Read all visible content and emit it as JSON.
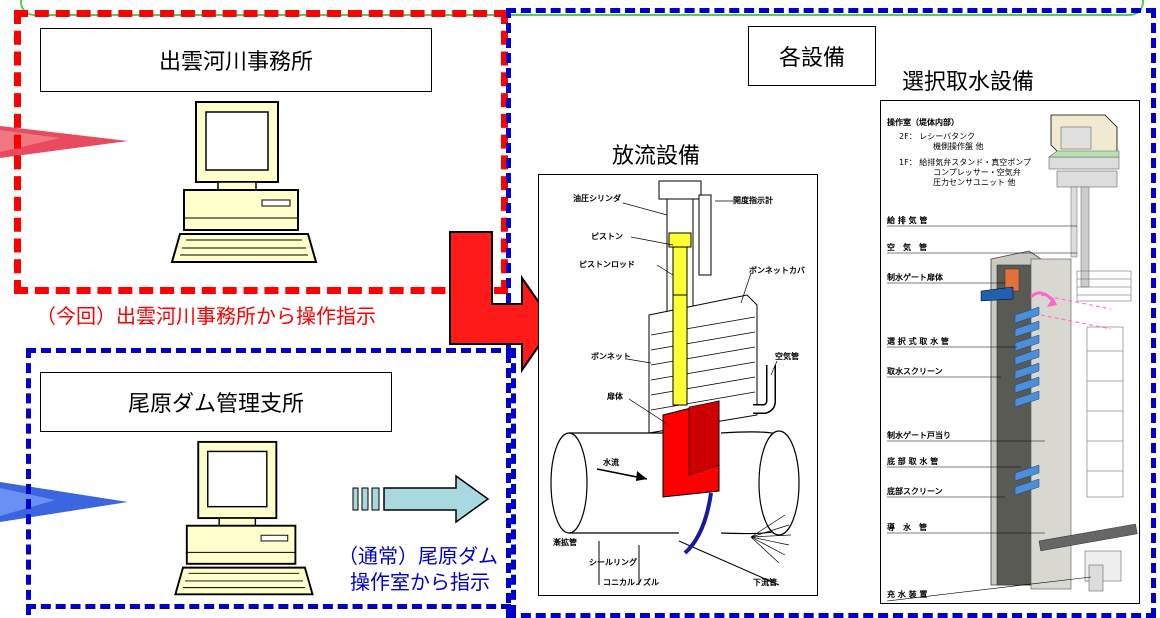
{
  "office": {
    "title": "出雲河川事務所"
  },
  "branch": {
    "title": "尾原ダム管理支所"
  },
  "facilities": {
    "title": "各設備"
  },
  "discharge": {
    "title": "放流設備",
    "labels": [
      "油圧シリンダ",
      "開度指示計",
      "ピストン",
      "ピストンロッド",
      "ボンネットカバ",
      "ボンネット",
      "空気管",
      "扉体",
      "水流",
      "漸拡管",
      "シールリング",
      "コニカルノズル",
      "下流管"
    ]
  },
  "intake": {
    "title": "選択取水設備",
    "labels": [
      "操作室（堤体内部）",
      "2F： レシーバタンク",
      "機側操作盤 他",
      "1F： 給排気弁スタンド・真空ポンプ",
      "コンプレッサー・空気弁",
      "圧力センサユニット 他",
      "給 排 気 管",
      "空　気　管",
      "制水ゲート扉体",
      "選 択 式 取 水 管",
      "取水スクリーン",
      "制水ゲート戸当り",
      "底 部 取 水 管",
      "底部スクリーン",
      "導　水　管",
      "充 水 装 置"
    ]
  },
  "captions": {
    "current_line1": "（今回）出雲河川事務所から操作指示",
    "normal_line1": "（通常）尾原ダム",
    "normal_line2": "操作室から指示"
  },
  "colors": {
    "red": "#ff0000",
    "blue": "#0000cc",
    "arrow_fill": "#a8d8e0"
  }
}
